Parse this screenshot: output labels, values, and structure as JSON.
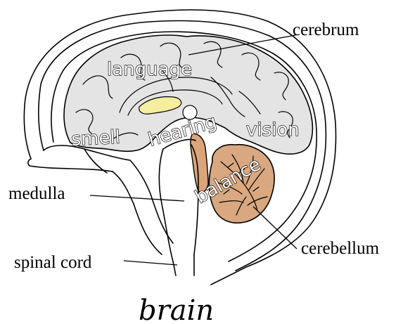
{
  "labels": {
    "cerebrum": "cerebrum",
    "medulla": "medulla",
    "spinal_cord": "spinal cord",
    "cerebellum": "cerebellum"
  },
  "regions": {
    "language": "language",
    "smell": "smell",
    "hearing": "hearing",
    "vision": "vision",
    "balance": "balance"
  },
  "caption": "brain",
  "colors": {
    "cerebrum_fill": "#e4e4e4",
    "cerebellum_fill": "#d9a880",
    "brainstem_fill": "#dba47a",
    "corpus_callosum_fill": "#f5ee9e"
  }
}
